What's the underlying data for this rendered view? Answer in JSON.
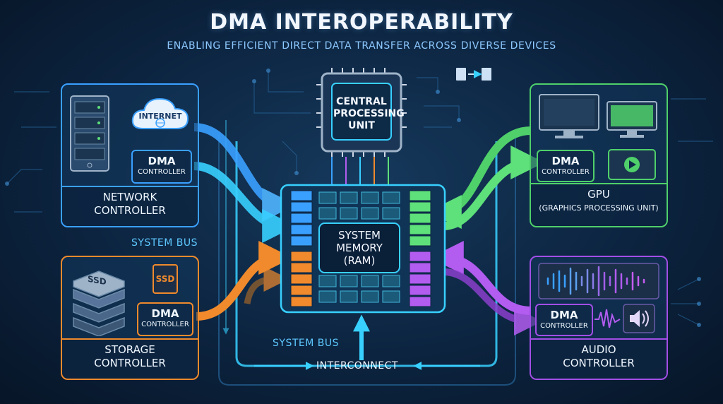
{
  "title": "DMA INTEROPERABILITY",
  "subtitle": "ENABLING EFFICIENT DIRECT DATA TRANSFER ACROSS DIVERSE DEVICES",
  "cpu": {
    "label": "CENTRAL PROCESSING UNIT"
  },
  "memory": {
    "label_line1": "SYSTEM",
    "label_line2": "MEMORY",
    "label_line3": "(RAM)"
  },
  "network": {
    "cloud_label": "INTERNET",
    "dma_big": "DMA",
    "dma_small": "CONTROLLER",
    "footer_line1": "NETWORK",
    "footer_line2": "CONTROLLER"
  },
  "storage": {
    "ssd_drive_label": "SSD",
    "ssd_chip_label": "SSD",
    "dma_big": "DMA",
    "dma_small": "CONTROLLER",
    "footer_line1": "STORAGE",
    "footer_line2": "CONTROLLER"
  },
  "gpu": {
    "dma_big": "DMA",
    "dma_small": "CONTROLLER",
    "footer_line1": "GPU",
    "footer_line2": "(GRAPHICS PROCESSING UNIT)"
  },
  "audio": {
    "dma_big": "DMA",
    "dma_small": "CONTROLLER",
    "footer_line1": "AUDIO",
    "footer_line2": "CONTROLLER"
  },
  "bus": {
    "left_label": "SYSTEM BUS",
    "bottom_label": "SYSTEM BUS",
    "interconnect_label": "INTERCONNECT"
  },
  "colors": {
    "network": "#3aa0ff",
    "storage": "#f08a2c",
    "gpu": "#4fd06a",
    "audio": "#a24ee6",
    "accent": "#38d0ff",
    "background": "#0c2440"
  },
  "icons": [
    "server-rack-icon",
    "cloud-icon",
    "globe-icon",
    "ssd-stack-icon",
    "ssd-chip-icon",
    "monitor-icon",
    "play-icon",
    "waveform-icon",
    "speaker-icon",
    "cpu-chip-icon",
    "document-icon"
  ]
}
